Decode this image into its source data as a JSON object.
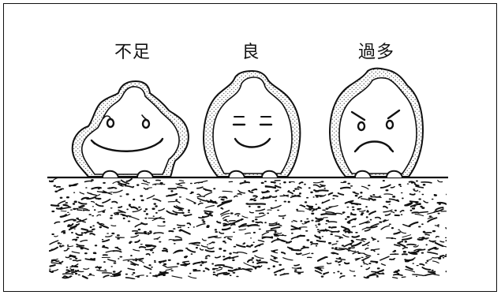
{
  "labels": {
    "insufficient": "不足",
    "good": "良",
    "excessive": "過多"
  },
  "colors": {
    "ink": "#111111",
    "paper": "#ffffff",
    "stipple": "#9a9a9a"
  },
  "figures": [
    {
      "name": "insufficient",
      "expression": "smile",
      "icon": "crying-smile-face"
    },
    {
      "name": "good",
      "expression": "smile",
      "icon": "smiling-face"
    },
    {
      "name": "excessive",
      "expression": "frown",
      "icon": "angry-face"
    }
  ]
}
